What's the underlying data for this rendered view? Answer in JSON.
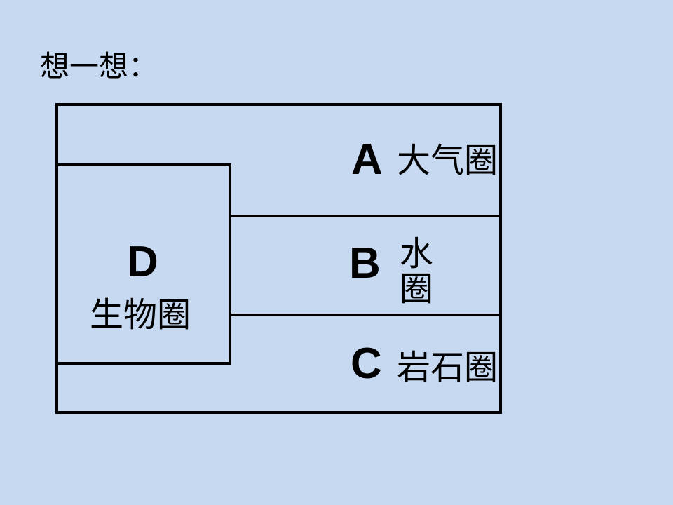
{
  "slide": {
    "title": "想一想：",
    "background_color": "#c7d9f0",
    "line_color": "#000000",
    "text_color": "#000000"
  },
  "diagram": {
    "layers": [
      {
        "letter": "A",
        "label": "大气圈"
      },
      {
        "letter": "B",
        "label": "水圈"
      },
      {
        "letter": "C",
        "label": "岩石圈"
      }
    ],
    "inner_box": {
      "letter": "D",
      "label": "生物圈"
    }
  }
}
